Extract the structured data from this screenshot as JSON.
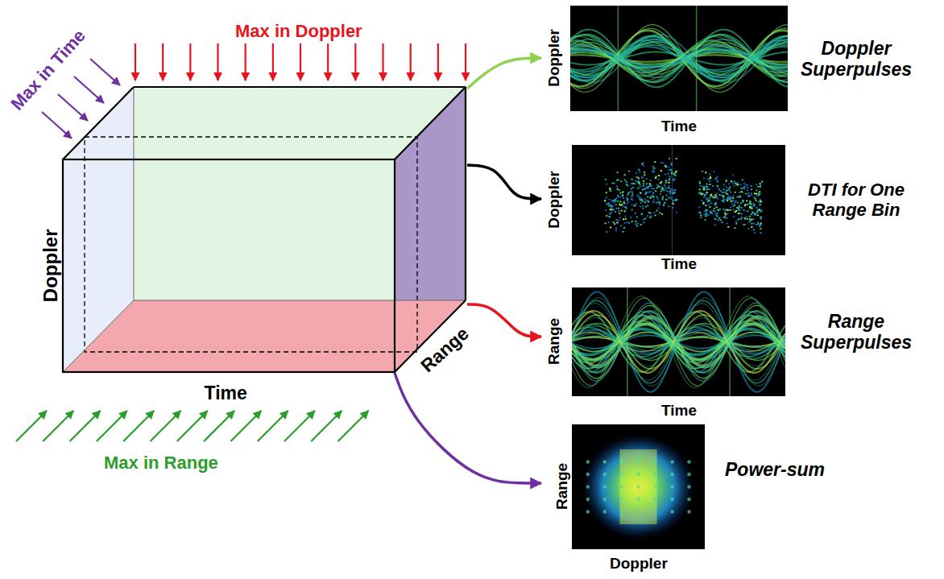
{
  "diagram": {
    "nodes": [
      {
        "text": [
          "Doppler",
          "Time",
          "Range"
        ]
      },
      {
        "text": [
          "Doppler Superpulses",
          "Doppler",
          "Time"
        ]
      },
      {
        "text": [
          "DTI for One Range Bin",
          "Doppler",
          "Time"
        ]
      },
      {
        "text": [
          "Range Superpulses",
          "Range",
          "Time"
        ]
      },
      {
        "text": [
          "Power-sum",
          "Range",
          "Doppler"
        ]
      }
    ],
    "edges": [
      {
        "from": 0,
        "to": 1,
        "arrow": "to"
      },
      {
        "from": 0,
        "to": 2,
        "arrow": "to"
      },
      {
        "from": 0,
        "to": 3,
        "arrow": "to"
      },
      {
        "from": 0,
        "to": 4,
        "arrow": "to"
      }
    ],
    "labels": [
      "Max in Doppler",
      "Max in Time",
      "Max in Range"
    ]
  }
}
